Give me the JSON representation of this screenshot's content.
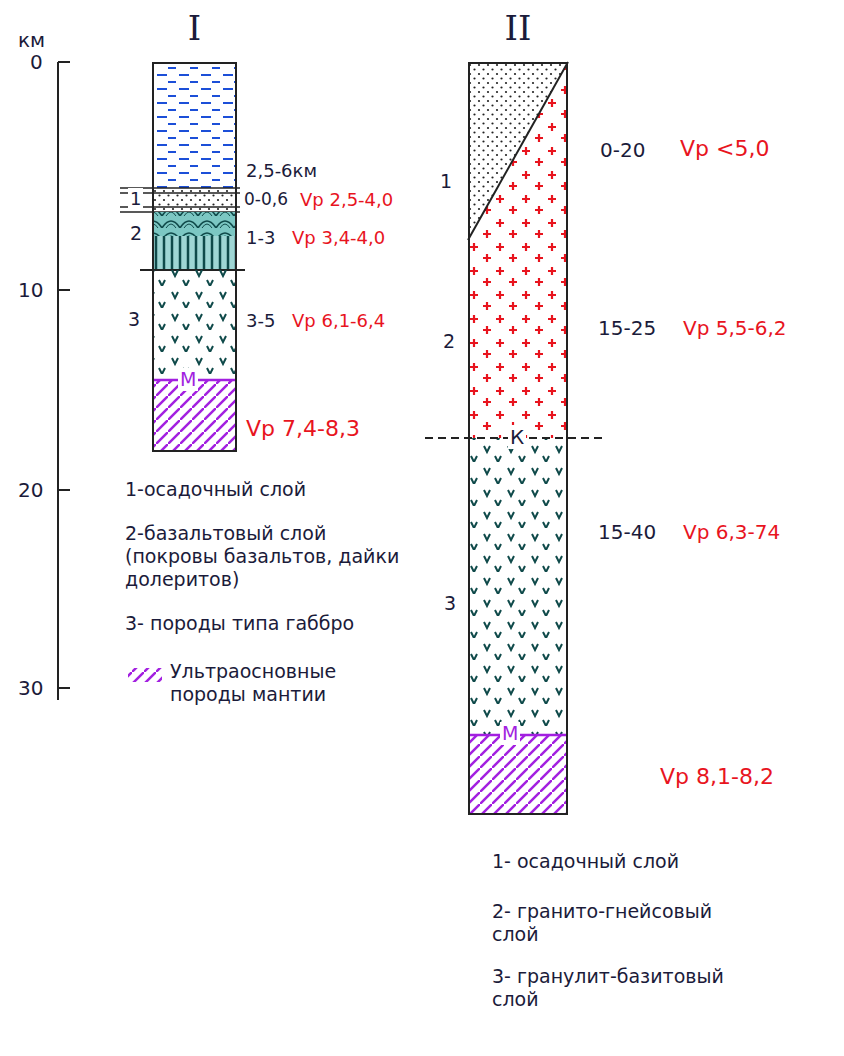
{
  "diagram": {
    "nodes": [
      {
        "text": [
          "I"
        ]
      },
      {
        "text": [
          "II"
        ]
      }
    ],
    "labels": [
      "км",
      "0",
      "10",
      "20",
      "30",
      "2,5-6км",
      "1",
      "0-0,6",
      "Vp 2,5-4,0",
      "2",
      "1-3",
      "Vp 3,4-4,0",
      "3",
      "3-5",
      "Vp 6,1-6,4",
      "М",
      "Vp 7,4-8,3",
      "1-осадочный слой",
      "2-базальтовый слой (покровы базальтов, дайки долеритов)",
      "3- породы типа габбро",
      "1",
      "0-20",
      "Vp <5,0",
      "2",
      "15-25",
      "Vp 5,5-6,2",
      "К",
      "3",
      "15-40",
      "Vp 6,3-74",
      "М",
      "Vp 8,1-8,2",
      "1- осадочный слой",
      "2- гранито-гнейсовый слой",
      "3- гранулит-базитовый слой"
    ],
    "legend": [
      {
        "text": "Ультраосновные породы мантии"
      }
    ]
  }
}
